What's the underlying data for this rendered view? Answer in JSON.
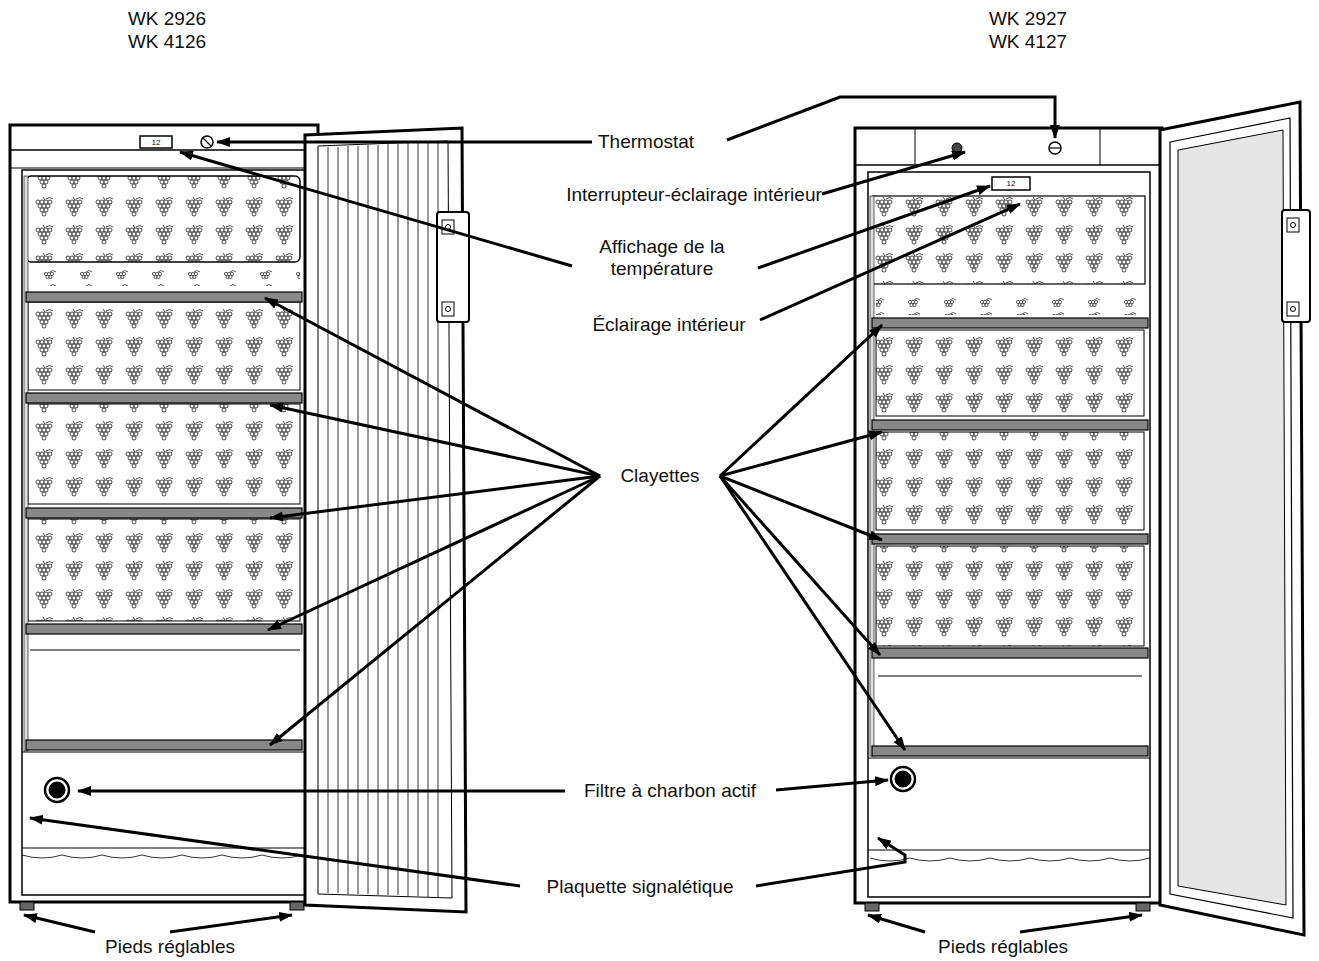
{
  "diagram": {
    "labels": [
      "WK 2926",
      "WK 4126",
      "WK 2927",
      "WK 4127",
      "12",
      "12",
      "Thermostat",
      "Interrupteur-éclairage intérieur",
      "Affichage de la température",
      "Éclairage intérieur",
      "Clayettes",
      "Filtre à charbon actif",
      "Plaquette signalétique",
      "Pieds réglables",
      "Pieds réglables"
    ]
  }
}
